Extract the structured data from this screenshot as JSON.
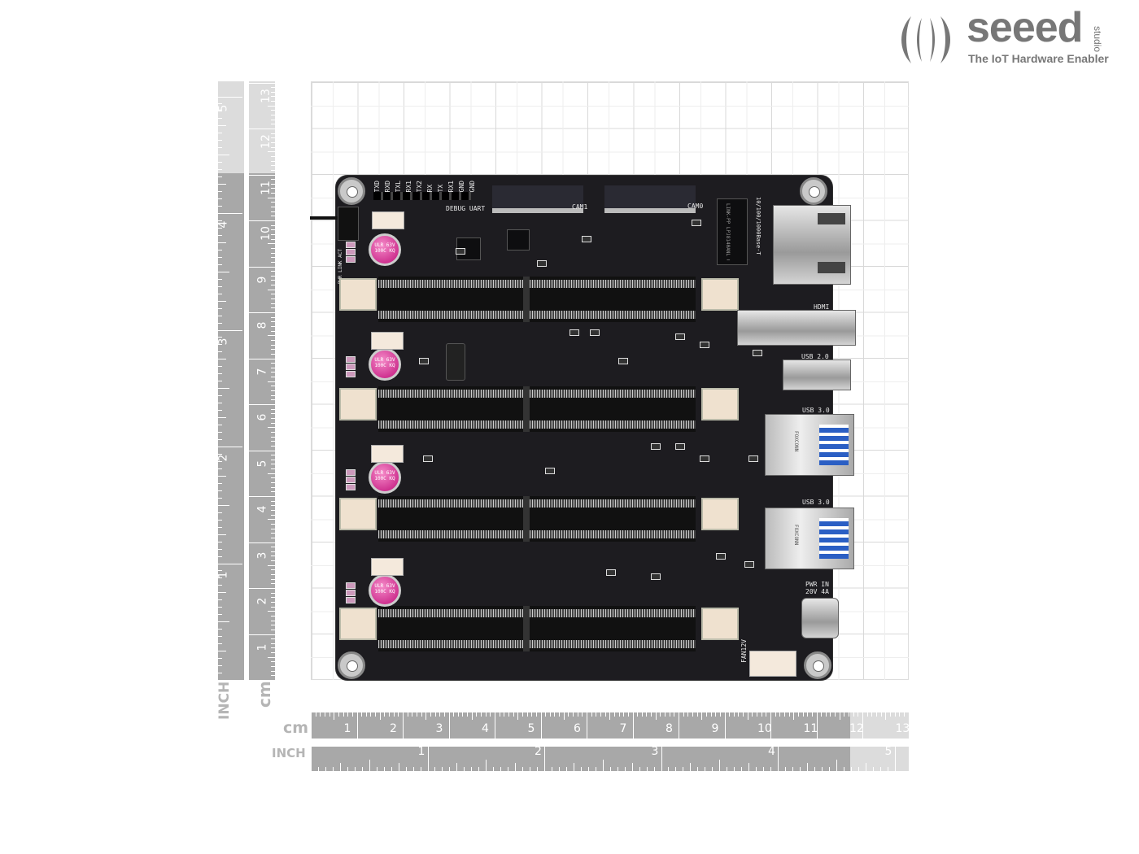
{
  "logo": {
    "brand": "seeed",
    "sub": "studio",
    "tagline": "The IoT Hardware Enabler"
  },
  "rulers": {
    "cm_label": "cm",
    "inch_label": "INCH",
    "cm_numbers": [
      "1",
      "2",
      "3",
      "4",
      "5",
      "6",
      "7",
      "8",
      "9",
      "10",
      "11",
      "12",
      "13"
    ],
    "inch_numbers": [
      "1",
      "2",
      "3",
      "4",
      "5"
    ]
  },
  "board": {
    "debug_pins": [
      "TXD",
      "RXD",
      "TXL",
      "RX1",
      "TX2",
      "RX",
      "TX",
      "RX1",
      "GND",
      "GND"
    ],
    "debug_label": "DEBUG UART",
    "cam1": "CAM1",
    "cam0": "CAM0",
    "ethernet": "10/100/1000Base-T",
    "magnetics": "LINK-PP LPJ8140ANL China M 1918",
    "hdmi": "HDMI",
    "usb2": "USB 2.0",
    "usb3_a": "USB 3.0",
    "usb3_b": "USB 3.0",
    "pwr": "PWR IN",
    "pwr_rating": "20V 4A",
    "fan": "FAN12V",
    "led_labels": "PWR LINK ACT",
    "cap_text": "ULR 63V 100C KQ",
    "usb_brand": "FOXCONN"
  }
}
